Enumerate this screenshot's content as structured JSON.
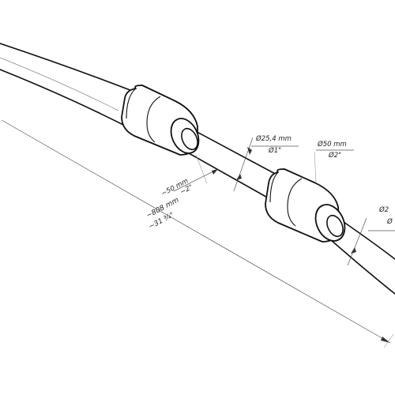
{
  "drawing": {
    "dimensions": {
      "inner_diameter_mm": "Ø25,4 mm",
      "inner_diameter_in": "Ø1\"",
      "outer_diameter_mm": "Ø50 mm",
      "outer_diameter_in": "Ø2\"",
      "clip_diameter_partial": "Ø2",
      "clip_diameter_partial_2": "Ø",
      "spacing_mm": "~50 mm",
      "spacing_in": "~2\"",
      "total_length_mm": "~808 mm",
      "total_length_in": "~31 ¾\""
    },
    "colors": {
      "line": "#111111",
      "dimension": "#555555",
      "background": "#ffffff"
    }
  }
}
